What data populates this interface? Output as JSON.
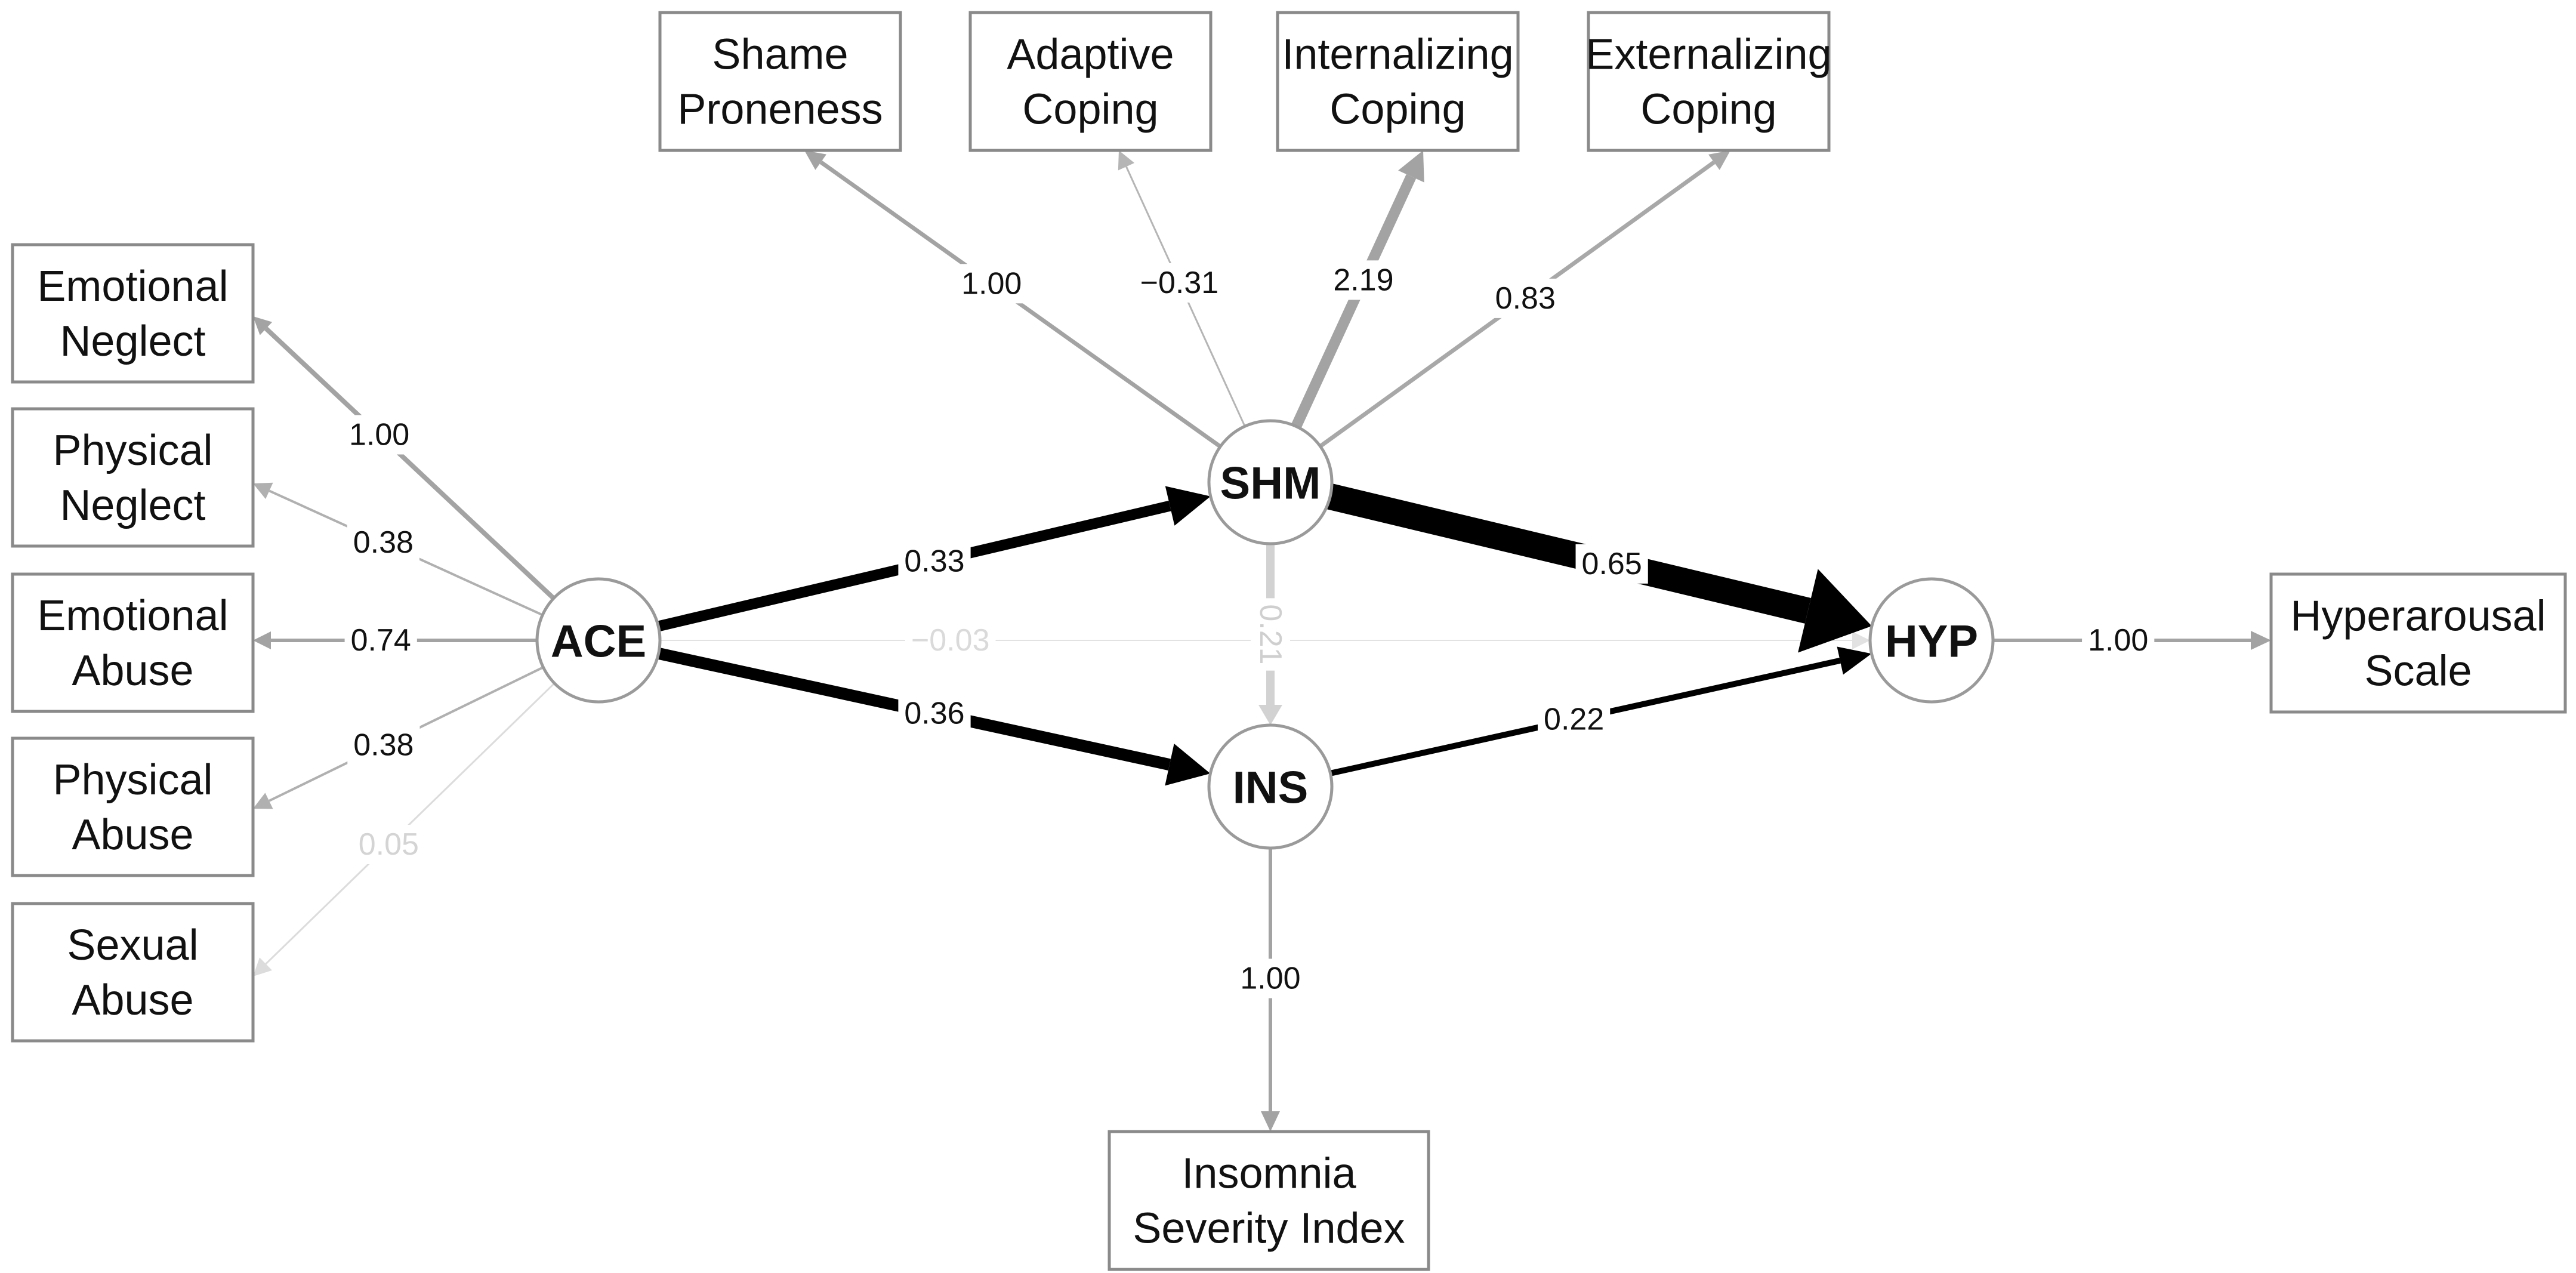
{
  "nodes": [
    {
      "id": "ACE",
      "label": "ACE"
    },
    {
      "id": "SHM",
      "label": "SHM"
    },
    {
      "id": "INS",
      "label": "INS"
    },
    {
      "id": "HYP",
      "label": "HYP"
    }
  ],
  "indicators": [
    {
      "id": "emotional_neglect",
      "lines": [
        "Emotional",
        "Neglect"
      ]
    },
    {
      "id": "physical_neglect",
      "lines": [
        "Physical",
        "Neglect"
      ]
    },
    {
      "id": "emotional_abuse",
      "lines": [
        "Emotional",
        "Abuse"
      ]
    },
    {
      "id": "physical_abuse",
      "lines": [
        "Physical",
        "Abuse"
      ]
    },
    {
      "id": "sexual_abuse",
      "lines": [
        "Sexual",
        "Abuse"
      ]
    },
    {
      "id": "shame_proneness",
      "lines": [
        "Shame",
        "Proneness"
      ]
    },
    {
      "id": "adaptive_coping",
      "lines": [
        "Adaptive",
        "Coping"
      ]
    },
    {
      "id": "internalizing_coping",
      "lines": [
        "Internalizing",
        "Coping"
      ]
    },
    {
      "id": "externalizing_coping",
      "lines": [
        "Externalizing",
        "Coping"
      ]
    },
    {
      "id": "insomnia_severity_index",
      "lines": [
        "Insomnia",
        "Severity Index"
      ]
    },
    {
      "id": "hyperarousal_scale",
      "lines": [
        "Hyperarousal",
        "Scale"
      ]
    }
  ],
  "paths": [
    {
      "id": "ace_to_emotional_neglect",
      "from": "ACE",
      "to": "emotional_neglect",
      "label": "1.00",
      "color": "#a3a3a3"
    },
    {
      "id": "ace_to_physical_neglect",
      "from": "ACE",
      "to": "physical_neglect",
      "label": "0.38",
      "color": "#b0b0b0"
    },
    {
      "id": "ace_to_emotional_abuse",
      "from": "ACE",
      "to": "emotional_abuse",
      "label": "0.74",
      "color": "#a3a3a3"
    },
    {
      "id": "ace_to_physical_abuse",
      "from": "ACE",
      "to": "physical_abuse",
      "label": "0.38",
      "color": "#b0b0b0"
    },
    {
      "id": "ace_to_sexual_abuse",
      "from": "ACE",
      "to": "sexual_abuse",
      "label": "0.05",
      "color": "#dcdcdc"
    },
    {
      "id": "shm_to_shame_proneness",
      "from": "SHM",
      "to": "shame_proneness",
      "label": "1.00",
      "color": "#a3a3a3"
    },
    {
      "id": "shm_to_adaptive_coping",
      "from": "SHM",
      "to": "adaptive_coping",
      "label": "−0.31",
      "color": "#b5b5b5"
    },
    {
      "id": "shm_to_internalizing_coping",
      "from": "SHM",
      "to": "internalizing_coping",
      "label": "2.19",
      "color": "#a3a3a3"
    },
    {
      "id": "shm_to_externalizing_coping",
      "from": "SHM",
      "to": "externalizing_coping",
      "label": "0.83",
      "color": "#a8a8a8"
    },
    {
      "id": "ace_to_shm",
      "from": "ACE",
      "to": "SHM",
      "label": "0.33",
      "color": "#000000"
    },
    {
      "id": "ace_to_ins",
      "from": "ACE",
      "to": "INS",
      "label": "0.36",
      "color": "#000000"
    },
    {
      "id": "ace_to_hyp",
      "from": "ACE",
      "to": "HYP",
      "label": "−0.03",
      "color": "#e2e2e2"
    },
    {
      "id": "shm_to_hyp",
      "from": "SHM",
      "to": "HYP",
      "label": "0.65",
      "color": "#000000"
    },
    {
      "id": "shm_to_ins",
      "from": "SHM",
      "to": "INS",
      "label": "0.21",
      "color": "#d2d2d2"
    },
    {
      "id": "ins_to_hyp",
      "from": "INS",
      "to": "HYP",
      "label": "0.22",
      "color": "#000000"
    },
    {
      "id": "ins_to_insomnia_severity_index",
      "from": "INS",
      "to": "insomnia_severity_index",
      "label": "1.00",
      "color": "#a3a3a3"
    },
    {
      "id": "hyp_to_hyperarousal_scale",
      "from": "HYP",
      "to": "hyperarousal_scale",
      "label": "1.00",
      "color": "#a3a3a3"
    }
  ]
}
